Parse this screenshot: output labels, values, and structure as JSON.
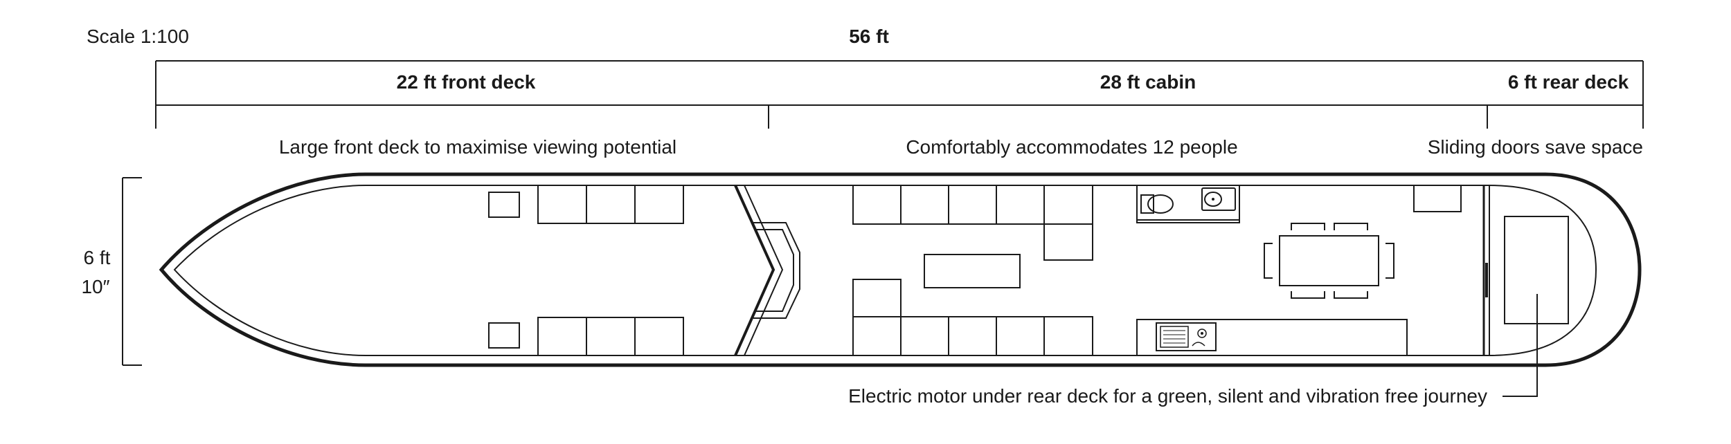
{
  "scale": "Scale 1:100",
  "dimensions": {
    "overall": "56 ft",
    "sections": [
      {
        "label": "22 ft front deck"
      },
      {
        "label": "28 ft cabin"
      },
      {
        "label": "6 ft rear deck"
      }
    ],
    "beam": [
      "6 ft",
      "10″"
    ]
  },
  "notes": {
    "front": "Large front deck to maximise viewing potential",
    "cabin": "Comfortably accommodates 12 people",
    "rear": "Sliding doors save space",
    "motor": "Electric motor under rear deck for a green, silent and vibration free journey"
  },
  "colors": {
    "ink": "#1a1a1a",
    "background": "#ffffff"
  }
}
